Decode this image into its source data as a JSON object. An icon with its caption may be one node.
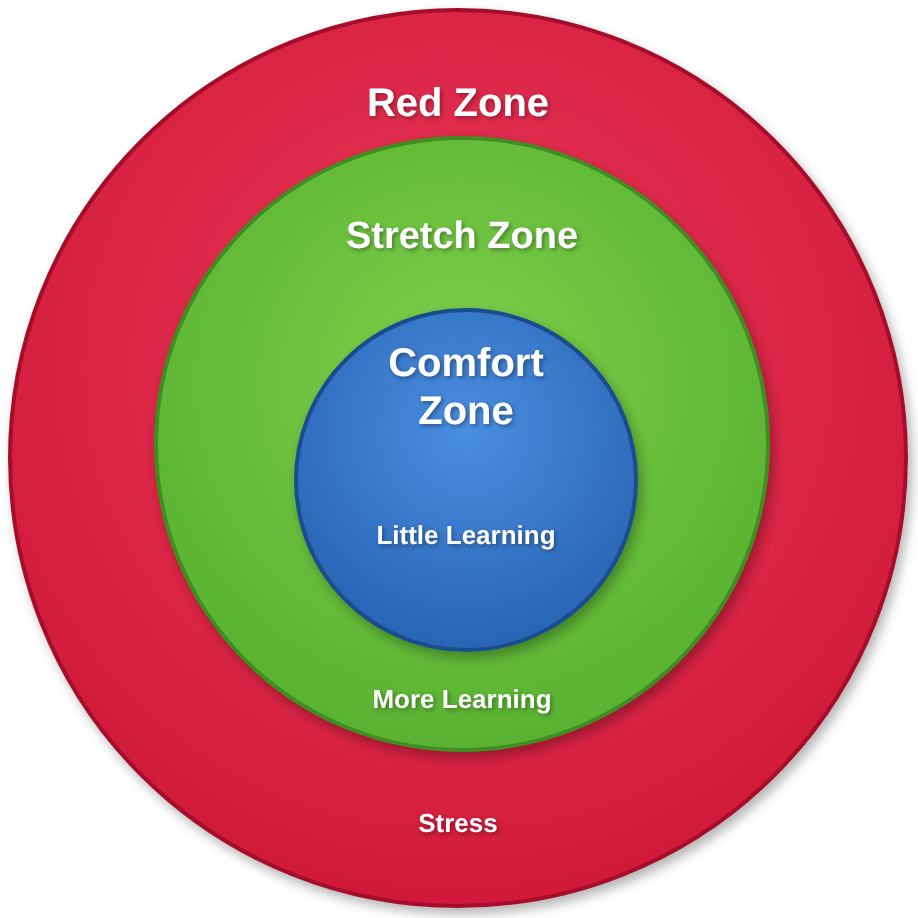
{
  "diagram": {
    "nodes": [
      {
        "text": [
          "Red Zone",
          "Stress"
        ]
      },
      {
        "text": [
          "Stretch Zone",
          "More Learning"
        ],
        "in": 0
      },
      {
        "text": [
          "Comfort Zone",
          "Little Learning"
        ],
        "in": 1
      }
    ]
  }
}
